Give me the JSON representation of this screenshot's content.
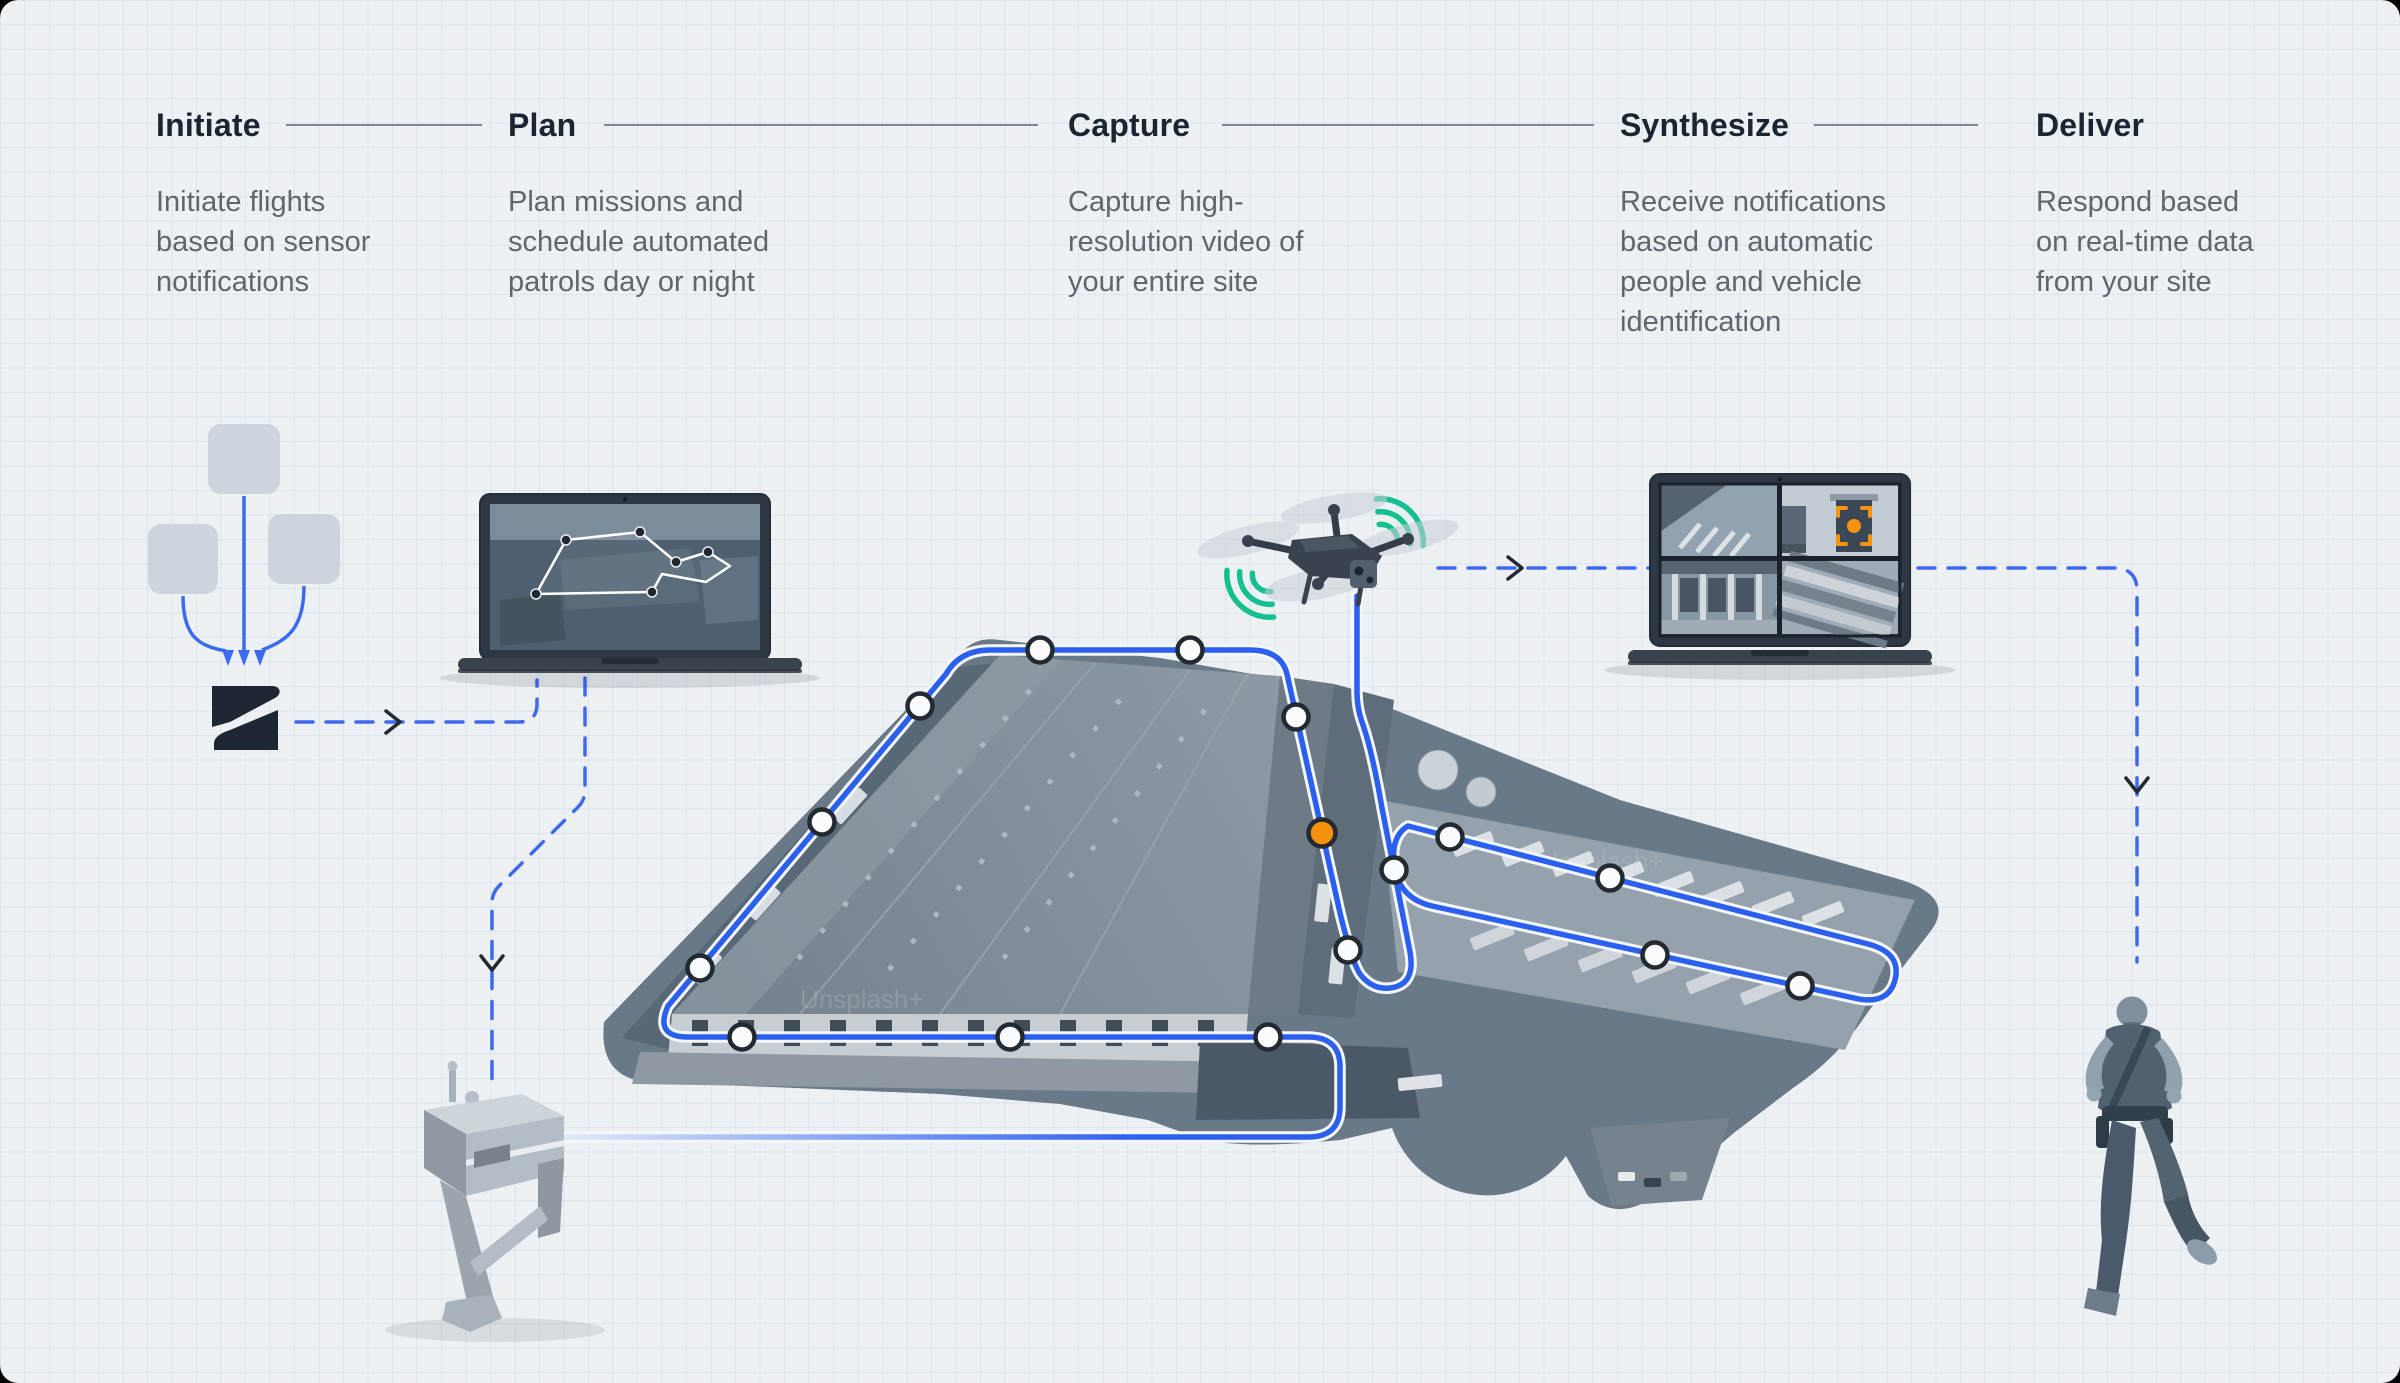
{
  "workflow": {
    "steps": [
      {
        "id": "initiate",
        "title": "Initiate",
        "lines": [
          "Initiate flights",
          "based on sensor",
          "notifications"
        ]
      },
      {
        "id": "plan",
        "title": "Plan",
        "lines": [
          "Plan missions and",
          "schedule automated",
          "patrols day or night"
        ]
      },
      {
        "id": "capture",
        "title": "Capture",
        "lines": [
          "Capture high-",
          "resolution video of",
          "your entire site"
        ]
      },
      {
        "id": "synthesize",
        "title": "Synthesize",
        "lines": [
          "Receive notifications",
          "based on automatic",
          "people and vehicle",
          "identification"
        ]
      },
      {
        "id": "deliver",
        "title": "Deliver",
        "lines": [
          "Respond based",
          "on real-time data",
          "from your site"
        ]
      }
    ]
  },
  "site": {
    "watermark": "Unsplash+",
    "waypoints_white": 15,
    "waypoints_active": 1
  },
  "colors": {
    "background": "#edf1f4",
    "grid_line": "#c4cfda",
    "heading_text": "#1b2531",
    "body_text": "#5f666d",
    "divider": "#7c8791",
    "path_blue": "#2a5ff0",
    "dash_blue": "#3f6af0",
    "signal_green": "#14c08f",
    "alert_orange": "#f6930f",
    "arrow_dark": "#23292f",
    "device_dark": "#323c47"
  },
  "icons": {
    "sensor_nodes": "sensor-node-squares",
    "company_logo": "company-logo-mark",
    "flow_arrow": "chevron-arrow",
    "mission_laptop": "laptop-mission-map",
    "drone": "quadcopter-drone",
    "signal": "wifi-signal-arcs",
    "monitor_laptop": "laptop-camera-grid",
    "detection": "target-reticle",
    "dock": "drone-dock-station",
    "responder": "security-guard-running"
  }
}
